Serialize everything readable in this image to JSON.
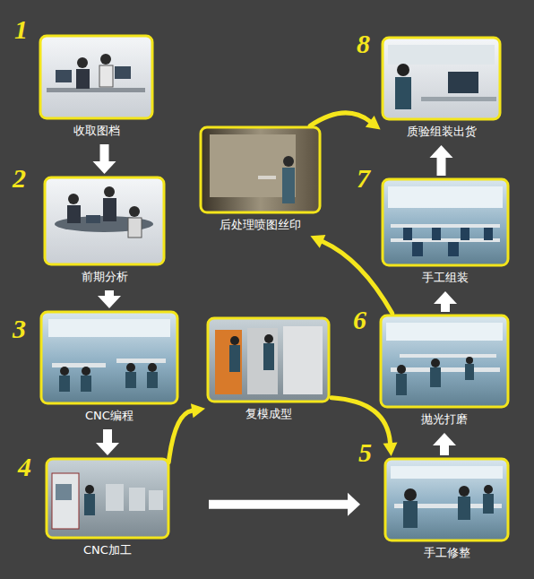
{
  "diagram": {
    "nodes": [
      {
        "text": [
          "收取图档"
        ]
      },
      {
        "text": [
          "前期分析"
        ]
      },
      {
        "text": [
          "CNC编程"
        ]
      },
      {
        "text": [
          "CNC加工"
        ]
      },
      {
        "text": [
          "复模成型"
        ]
      },
      {
        "text": [
          "手工修整"
        ]
      },
      {
        "text": [
          "抛光打磨"
        ]
      },
      {
        "text": [
          "后处理喷图丝印"
        ]
      },
      {
        "text": [
          "手工组装"
        ]
      },
      {
        "text": [
          "质验组装出货"
        ]
      }
    ],
    "edges": [
      {
        "from": 0,
        "to": 1,
        "arrow": "to"
      },
      {
        "from": 1,
        "to": 2,
        "arrow": "to"
      },
      {
        "from": 2,
        "to": 3,
        "arrow": "to"
      },
      {
        "from": 3,
        "to": 4,
        "arrow": "to"
      },
      {
        "from": 3,
        "to": 5,
        "arrow": "to"
      },
      {
        "from": 4,
        "to": 5,
        "arrow": "to"
      },
      {
        "from": 5,
        "to": 6,
        "arrow": "to"
      },
      {
        "from": 6,
        "to": 8,
        "arrow": "to"
      },
      {
        "from": 6,
        "to": 7,
        "arrow": "to"
      },
      {
        "from": 7,
        "to": 9,
        "arrow": "to"
      },
      {
        "from": 8,
        "to": 9,
        "arrow": "to"
      }
    ],
    "labels": [
      "1",
      "2",
      "3",
      "4",
      "5",
      "6",
      "7",
      "8"
    ]
  }
}
